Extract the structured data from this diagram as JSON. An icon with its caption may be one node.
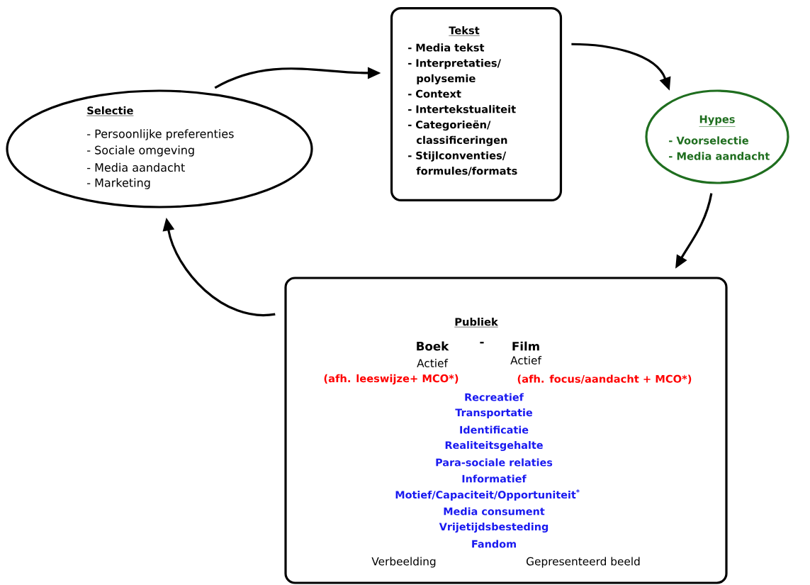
{
  "diagram": {
    "nodes": [
      {
        "text": [
          "Selectie",
          "- Persoonlijke preferenties",
          "- Sociale omgeving",
          "- Media aandacht",
          "- Marketing"
        ]
      },
      {
        "text": [
          "Tekst",
          "- Media tekst",
          "- Interpretaties/ polysemie",
          "- Context",
          "- Intertekstualiteit",
          "- Categorieën/ classificeringen",
          "- Stijlconventies/ formules/formats"
        ]
      },
      {
        "text": [
          "Hypes",
          "- Voorselectie",
          "- Media aandacht"
        ]
      },
      {
        "text": [
          "Publiek",
          "Boek",
          "-",
          "Film",
          "Actief",
          "Actief",
          "(afh. leeswijze+ MCO*)",
          "(afh. focus/aandacht + MCO*)",
          "Recreatief",
          "Transportatie",
          "Identificatie",
          "Realiteitsgehalte",
          "Para-sociale relaties",
          "Informatief",
          "Motief/Capaciteit/Opportuniteit$^{*}$",
          "Media consument",
          "Vrijetijdsbesteding",
          "Fandom",
          "Verbeelding",
          "Gepresenteerd beeld"
        ]
      }
    ],
    "edges": [
      {
        "from": 0,
        "to": 1,
        "arrow": "to"
      },
      {
        "from": 1,
        "to": 2,
        "arrow": "to"
      },
      {
        "from": 2,
        "to": 3,
        "arrow": "to"
      },
      {
        "from": 3,
        "to": 0,
        "arrow": "to"
      }
    ]
  }
}
